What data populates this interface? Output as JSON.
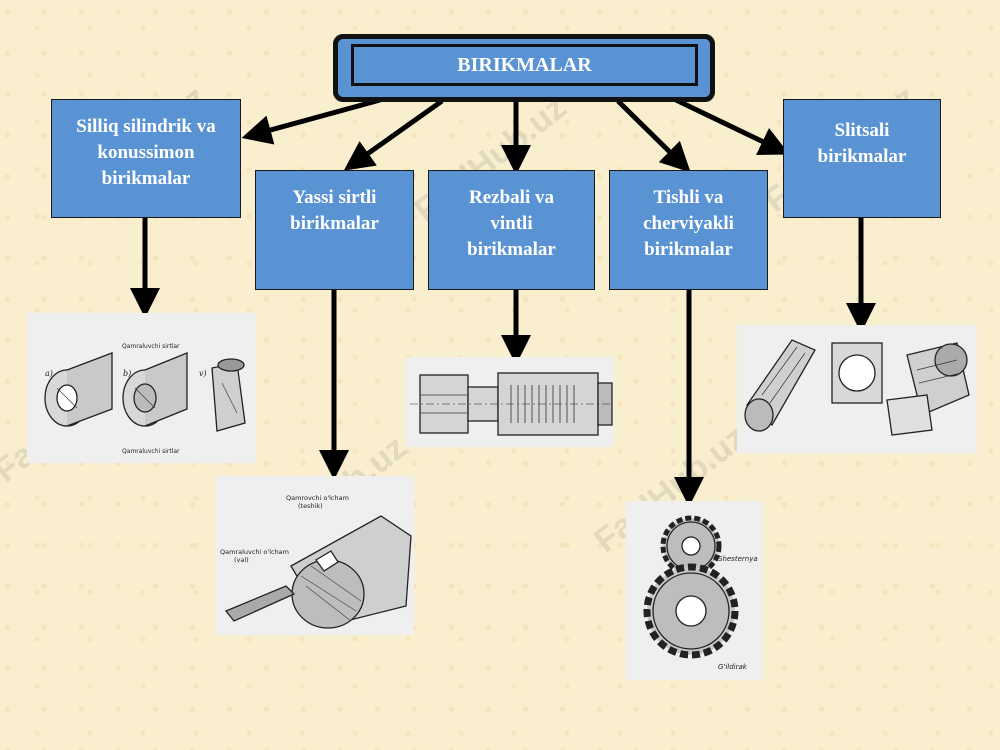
{
  "title": "BIRIKMALAR",
  "categories": [
    {
      "id": "silliq",
      "label": "Silliq silindrik va konussimon birikmalar"
    },
    {
      "id": "yassi",
      "label": "Yassi sirtli birikmalar"
    },
    {
      "id": "rezbali",
      "label": "Rezbali va vintli birikmalar"
    },
    {
      "id": "tishli",
      "label": "Tishli va cherviyakli birikmalar"
    },
    {
      "id": "slitsali",
      "label": "Slitsali birikmalar"
    }
  ],
  "illustrations": {
    "silliq": {
      "labels": [
        "Qamraluvchi sirtlar",
        "Qamraluvchi sirtlar",
        "a)",
        "b)",
        "v)"
      ]
    },
    "yassi": {
      "labels": [
        "Qamrovchi o'lcham",
        "(teshik)",
        "Qamraluvchi o'lcham",
        "(val)"
      ]
    },
    "tishli": {
      "labels": [
        "Shesternya",
        "G'ildirak"
      ]
    }
  },
  "watermark": "FaylHub.uz",
  "colors": {
    "box": "#5a93d3",
    "background": "#f9efcf",
    "arrow": "#000000"
  }
}
